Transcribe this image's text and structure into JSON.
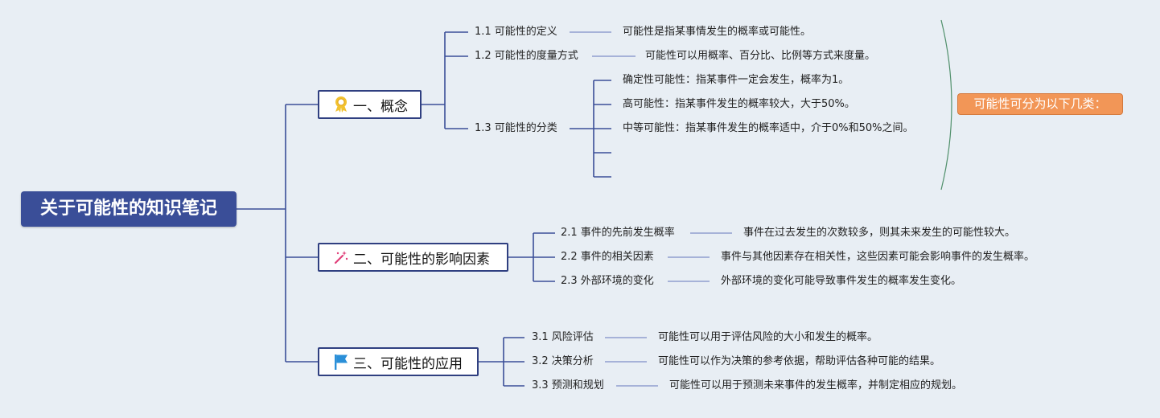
{
  "root": {
    "title": "关于可能性的知识笔记"
  },
  "sections": [
    {
      "label": "一、概念",
      "icon": "award-ribbon-icon",
      "items": [
        {
          "label": "1.1 可能性的定义",
          "detail": "可能性是指某事情发生的概率或可能性。"
        },
        {
          "label": "1.2 可能性的度量方式",
          "detail": "可能性可以用概率、百分比、比例等方式来度量。"
        },
        {
          "label": "1.3 可能性的分类",
          "subitems": [
            "确定性可能性：指某事件一定会发生，概率为1。",
            "高可能性：指某事件发生的概率较大，大于50%。",
            "中等可能性：指某事件发生的概率适中，介于0%和50%之间。",
            "",
            ""
          ]
        }
      ]
    },
    {
      "label": "二、可能性的影响因素",
      "icon": "magic-wand-icon",
      "items": [
        {
          "label": "2.1 事件的先前发生概率",
          "detail": "事件在过去发生的次数较多，则其未来发生的可能性较大。"
        },
        {
          "label": "2.2 事件的相关因素",
          "detail": "事件与其他因素存在相关性，这些因素可能会影响事件的发生概率。"
        },
        {
          "label": "2.3 外部环境的变化",
          "detail": "外部环境的变化可能导致事件发生的概率发生变化。"
        }
      ]
    },
    {
      "label": "三、可能性的应用",
      "icon": "flag-icon",
      "items": [
        {
          "label": "3.1 风险评估",
          "detail": "可能性可以用于评估风险的大小和发生的概率。"
        },
        {
          "label": "3.2 决策分析",
          "detail": "可能性可以作为决策的参考依据，帮助评估各种可能的结果。"
        },
        {
          "label": "3.3 预测和规划",
          "detail": "可能性可以用于预测未来事件的发生概率，并制定相应的规划。"
        }
      ]
    }
  ],
  "summary_note": "可能性可分为以下几类："
}
